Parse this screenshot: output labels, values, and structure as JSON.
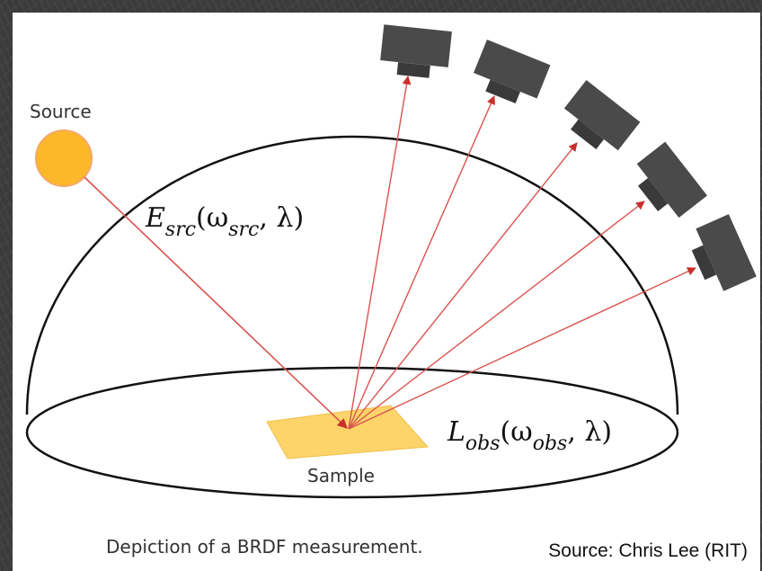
{
  "labels": {
    "source": "Source",
    "sample": "Sample",
    "caption": "Depiction of a BRDF measurement.",
    "credit": "Source: Chris Lee (RIT)"
  },
  "equations": {
    "incident": {
      "symbol": "E",
      "subscript": "src",
      "args_prefix": "(ω",
      "args_subscript": "src",
      "args_suffix": ", λ)"
    },
    "observed": {
      "symbol": "L",
      "subscript": "obs",
      "args_prefix": "(ω",
      "args_subscript": "obs",
      "args_suffix": ", λ)"
    }
  },
  "colors": {
    "source_fill": "#fbb829",
    "sample_fill": "#fcd46a",
    "ray": "#d9534f",
    "camera": "#4a4a4a",
    "dome": "#111111"
  },
  "cameras_count": 5
}
